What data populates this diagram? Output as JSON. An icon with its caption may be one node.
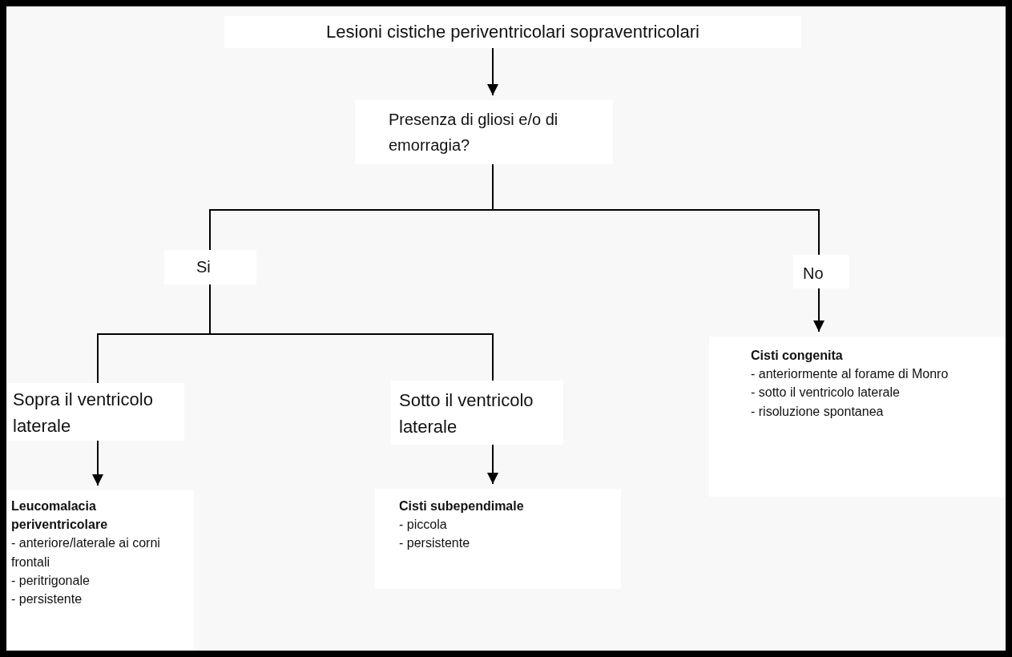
{
  "diagram": {
    "nodes": [
      {
        "text": [
          "Lesioni cistiche periventricolari sopraventricolari"
        ]
      },
      {
        "text": [
          "Presenza di gliosi e/o di emorragia?"
        ]
      },
      {
        "text": [
          "Si"
        ]
      },
      {
        "text": [
          "No"
        ]
      },
      {
        "text": [
          "Sopra il ventricolo laterale"
        ]
      },
      {
        "text": [
          "Sotto il ventricolo laterale"
        ]
      },
      {
        "text": [
          "Leucomalacia periventricolare",
          "- anteriore/laterale ai corni frontali",
          "- peritrigonale",
          "- persistente"
        ]
      },
      {
        "text": [
          "Cisti subependimale",
          "- piccola",
          "- persistente"
        ]
      },
      {
        "text": [
          "Cisti congenita",
          "- anteriormente al forame di Monro",
          "- sotto il ventricolo laterale",
          "- risoluzione spontanea"
        ]
      }
    ],
    "edges": [
      {
        "from": 0,
        "to": 1,
        "arrow": "to"
      },
      {
        "from": 1,
        "to": 2,
        "arrow": "none"
      },
      {
        "from": 1,
        "to": 3,
        "arrow": "none"
      },
      {
        "from": 2,
        "to": 4,
        "arrow": "none"
      },
      {
        "from": 2,
        "to": 5,
        "arrow": "none"
      },
      {
        "from": 4,
        "to": 6,
        "arrow": "to"
      },
      {
        "from": 5,
        "to": 7,
        "arrow": "to"
      },
      {
        "from": 3,
        "to": 8,
        "arrow": "to"
      }
    ]
  }
}
